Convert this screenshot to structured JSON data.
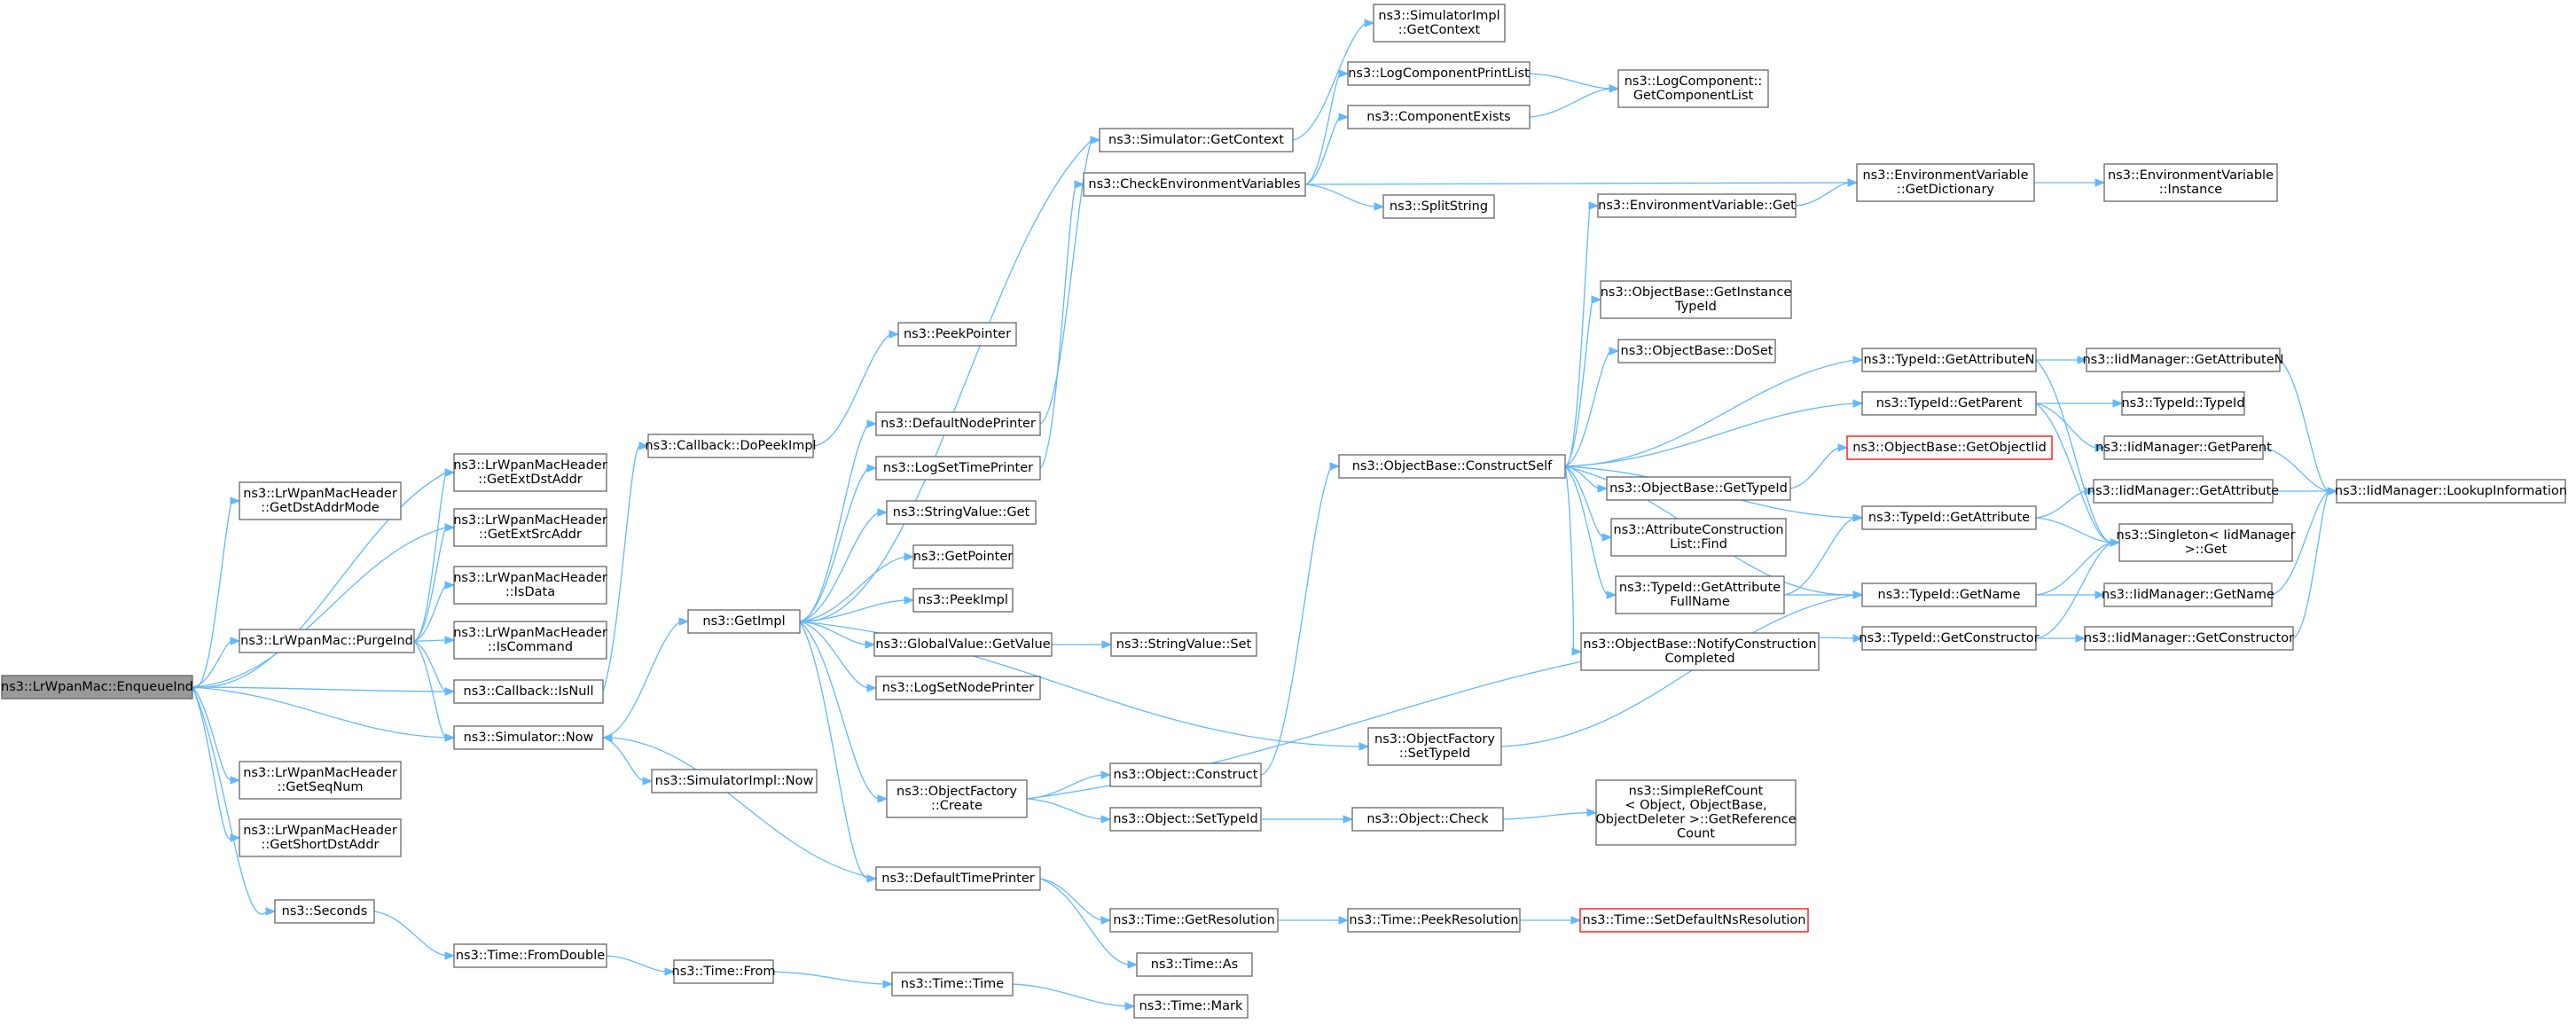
{
  "diagram": {
    "type": "call-graph",
    "colors": {
      "edge": "#63b8ff",
      "node_border": "#666666",
      "root_fill": "#999999",
      "truncated_border": "#ff0000"
    },
    "nodes": [
      {
        "id": "n_enqueue",
        "lines": [
          "ns3::LrWpanMac::EnqueueInd"
        ],
        "style": "root"
      },
      {
        "id": "n_getdstaddrmode",
        "lines": [
          "ns3::LrWpanMacHeader",
          "::GetDstAddrMode"
        ]
      },
      {
        "id": "n_getextdst",
        "lines": [
          "ns3::LrWpanMacHeader",
          "::GetExtDstAddr"
        ]
      },
      {
        "id": "n_getextsrc",
        "lines": [
          "ns3::LrWpanMacHeader",
          "::GetExtSrcAddr"
        ]
      },
      {
        "id": "n_isdata",
        "lines": [
          "ns3::LrWpanMacHeader",
          "::IsData"
        ]
      },
      {
        "id": "n_iscommand",
        "lines": [
          "ns3::LrWpanMacHeader",
          "::IsCommand"
        ]
      },
      {
        "id": "n_purgeind",
        "lines": [
          "ns3::LrWpanMac::PurgeInd"
        ]
      },
      {
        "id": "n_isnull",
        "lines": [
          "ns3::Callback::IsNull"
        ]
      },
      {
        "id": "n_simnow",
        "lines": [
          "ns3::Simulator::Now"
        ]
      },
      {
        "id": "n_getseqnum",
        "lines": [
          "ns3::LrWpanMacHeader",
          "::GetSeqNum"
        ]
      },
      {
        "id": "n_getshortdst",
        "lines": [
          "ns3::LrWpanMacHeader",
          "::GetShortDstAddr"
        ]
      },
      {
        "id": "n_seconds",
        "lines": [
          "ns3::Seconds"
        ]
      },
      {
        "id": "n_fromdouble",
        "lines": [
          "ns3::Time::FromDouble"
        ]
      },
      {
        "id": "n_from",
        "lines": [
          "ns3::Time::From"
        ]
      },
      {
        "id": "n_timetime",
        "lines": [
          "ns3::Time::Time"
        ]
      },
      {
        "id": "n_mark",
        "lines": [
          "ns3::Time::Mark"
        ]
      },
      {
        "id": "n_dopeekimpl",
        "lines": [
          "ns3::Callback::DoPeekImpl"
        ]
      },
      {
        "id": "n_simimplnow",
        "lines": [
          "ns3::SimulatorImpl::Now"
        ]
      },
      {
        "id": "n_getimpl",
        "lines": [
          "ns3::GetImpl"
        ]
      },
      {
        "id": "n_peekpointer",
        "lines": [
          "ns3::PeekPointer"
        ]
      },
      {
        "id": "n_defaultnodeprinter",
        "lines": [
          "ns3::DefaultNodePrinter"
        ]
      },
      {
        "id": "n_logsettimeprinter",
        "lines": [
          "ns3::LogSetTimePrinter"
        ]
      },
      {
        "id": "n_stringvalueget",
        "lines": [
          "ns3::StringValue::Get"
        ]
      },
      {
        "id": "n_getpointer",
        "lines": [
          "ns3::GetPointer"
        ]
      },
      {
        "id": "n_peekimpl",
        "lines": [
          "ns3::PeekImpl"
        ]
      },
      {
        "id": "n_globalvaluegetvalue",
        "lines": [
          "ns3::GlobalValue::GetValue"
        ]
      },
      {
        "id": "n_stringvalueset",
        "lines": [
          "ns3::StringValue::Set"
        ]
      },
      {
        "id": "n_logsetnodeprinter",
        "lines": [
          "ns3::LogSetNodePrinter"
        ]
      },
      {
        "id": "n_objectfactorycreate",
        "lines": [
          "ns3::ObjectFactory",
          "::Create"
        ]
      },
      {
        "id": "n_defaulttimeprinter",
        "lines": [
          "ns3::DefaultTimePrinter"
        ]
      },
      {
        "id": "n_simgetcontext",
        "lines": [
          "ns3::Simulator::GetContext"
        ]
      },
      {
        "id": "n_checkenv",
        "lines": [
          "ns3::CheckEnvironmentVariables"
        ]
      },
      {
        "id": "n_simimplgetcontext",
        "lines": [
          "ns3::SimulatorImpl",
          "::GetContext"
        ]
      },
      {
        "id": "n_logcompprintlist",
        "lines": [
          "ns3::LogComponentPrintList"
        ]
      },
      {
        "id": "n_compexists",
        "lines": [
          "ns3::ComponentExists"
        ]
      },
      {
        "id": "n_logcompgetlist",
        "lines": [
          "ns3::LogComponent::",
          "GetComponentList"
        ]
      },
      {
        "id": "n_splitstring",
        "lines": [
          "ns3::SplitString"
        ]
      },
      {
        "id": "n_envvargetdict",
        "lines": [
          "ns3::EnvironmentVariable",
          "::GetDictionary"
        ]
      },
      {
        "id": "n_envvarinstance",
        "lines": [
          "ns3::EnvironmentVariable",
          "::Instance"
        ]
      },
      {
        "id": "n_envvarget",
        "lines": [
          "ns3::EnvironmentVariable::Get"
        ]
      },
      {
        "id": "n_objbasegetinstancetypeid",
        "lines": [
          "ns3::ObjectBase::GetInstance",
          "TypeId"
        ]
      },
      {
        "id": "n_objbasedoset",
        "lines": [
          "ns3::ObjectBase::DoSet"
        ]
      },
      {
        "id": "n_constructself",
        "lines": [
          "ns3::ObjectBase::ConstructSelf"
        ]
      },
      {
        "id": "n_objbasegettypeid",
        "lines": [
          "ns3::ObjectBase::GetTypeId"
        ]
      },
      {
        "id": "n_attrconstrlistfind",
        "lines": [
          "ns3::AttributeConstruction",
          "List::Find"
        ]
      },
      {
        "id": "n_typeidgetattrfullname",
        "lines": [
          "ns3::TypeId::GetAttribute",
          "FullName"
        ]
      },
      {
        "id": "n_notifyconstrcompleted",
        "lines": [
          "ns3::ObjectBase::NotifyConstruction",
          "Completed"
        ]
      },
      {
        "id": "n_objfactorysettypeid",
        "lines": [
          "ns3::ObjectFactory",
          "::SetTypeId"
        ]
      },
      {
        "id": "n_objectconstruct",
        "lines": [
          "ns3::Object::Construct"
        ]
      },
      {
        "id": "n_objectsettypeid",
        "lines": [
          "ns3::Object::SetTypeId"
        ]
      },
      {
        "id": "n_objectcheck",
        "lines": [
          "ns3::Object::Check"
        ]
      },
      {
        "id": "n_simplerefcount",
        "lines": [
          "ns3::SimpleRefCount",
          "< Object, ObjectBase,",
          "ObjectDeleter >::GetReference",
          "Count"
        ]
      },
      {
        "id": "n_timegetresolution",
        "lines": [
          "ns3::Time::GetResolution"
        ]
      },
      {
        "id": "n_timepeekresolution",
        "lines": [
          "ns3::Time::PeekResolution"
        ]
      },
      {
        "id": "n_timesetdefaultns",
        "lines": [
          "ns3::Time::SetDefaultNsResolution"
        ],
        "style": "truncated"
      },
      {
        "id": "n_timeas",
        "lines": [
          "ns3::Time::As"
        ]
      },
      {
        "id": "n_typeidgetattrn",
        "lines": [
          "ns3::TypeId::GetAttributeN"
        ]
      },
      {
        "id": "n_typeidgetparent",
        "lines": [
          "ns3::TypeId::GetParent"
        ]
      },
      {
        "id": "n_objbasegetobjectiid",
        "lines": [
          "ns3::ObjectBase::GetObjectIid"
        ],
        "style": "truncated"
      },
      {
        "id": "n_typeidgetattr",
        "lines": [
          "ns3::TypeId::GetAttribute"
        ]
      },
      {
        "id": "n_typeidgetname",
        "lines": [
          "ns3::TypeId::GetName"
        ]
      },
      {
        "id": "n_typeidgetconstructor",
        "lines": [
          "ns3::TypeId::GetConstructor"
        ]
      },
      {
        "id": "n_iidgetattrn",
        "lines": [
          "ns3::IidManager::GetAttributeN"
        ]
      },
      {
        "id": "n_typeidtypeid",
        "lines": [
          "ns3::TypeId::TypeId"
        ]
      },
      {
        "id": "n_iidgetparent",
        "lines": [
          "ns3::IidManager::GetParent"
        ]
      },
      {
        "id": "n_iidgetattr",
        "lines": [
          "ns3::IidManager::GetAttribute"
        ]
      },
      {
        "id": "n_singletonget",
        "lines": [
          "ns3::Singleton< IidManager",
          " >::Get"
        ]
      },
      {
        "id": "n_iidgetname",
        "lines": [
          "ns3::IidManager::GetName"
        ]
      },
      {
        "id": "n_iidgetconstructor",
        "lines": [
          "ns3::IidManager::GetConstructor"
        ]
      },
      {
        "id": "n_iidlookupinfo",
        "lines": [
          "ns3::IidManager::LookupInformation"
        ]
      }
    ]
  }
}
